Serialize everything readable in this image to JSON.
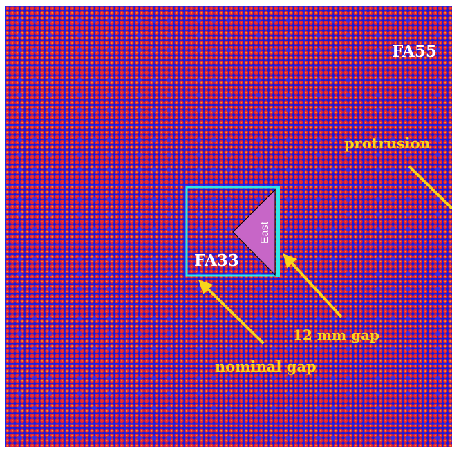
{
  "labels": {
    "fa55": "FA55",
    "fa33": "FA33",
    "protrusion": "protrusion",
    "gap_12mm": "12 mm gap",
    "nominal_gap": "nominal gap",
    "east": "East"
  },
  "colors": {
    "border": "#ffffff",
    "background": "#1a1ad8",
    "fuel_pin": "#e8242c",
    "fuel_pin_center": "#f5a623",
    "gap_highlight": "#1428ff",
    "assembly_outline": "#2ee6e6",
    "wedge": "#c766c7",
    "arrow": "#f7d51c",
    "label_white": "#ffffff",
    "label_yellow": "#f7d51c"
  },
  "icons": {
    "arrow": "arrow-icon",
    "wedge": "east-wedge"
  }
}
